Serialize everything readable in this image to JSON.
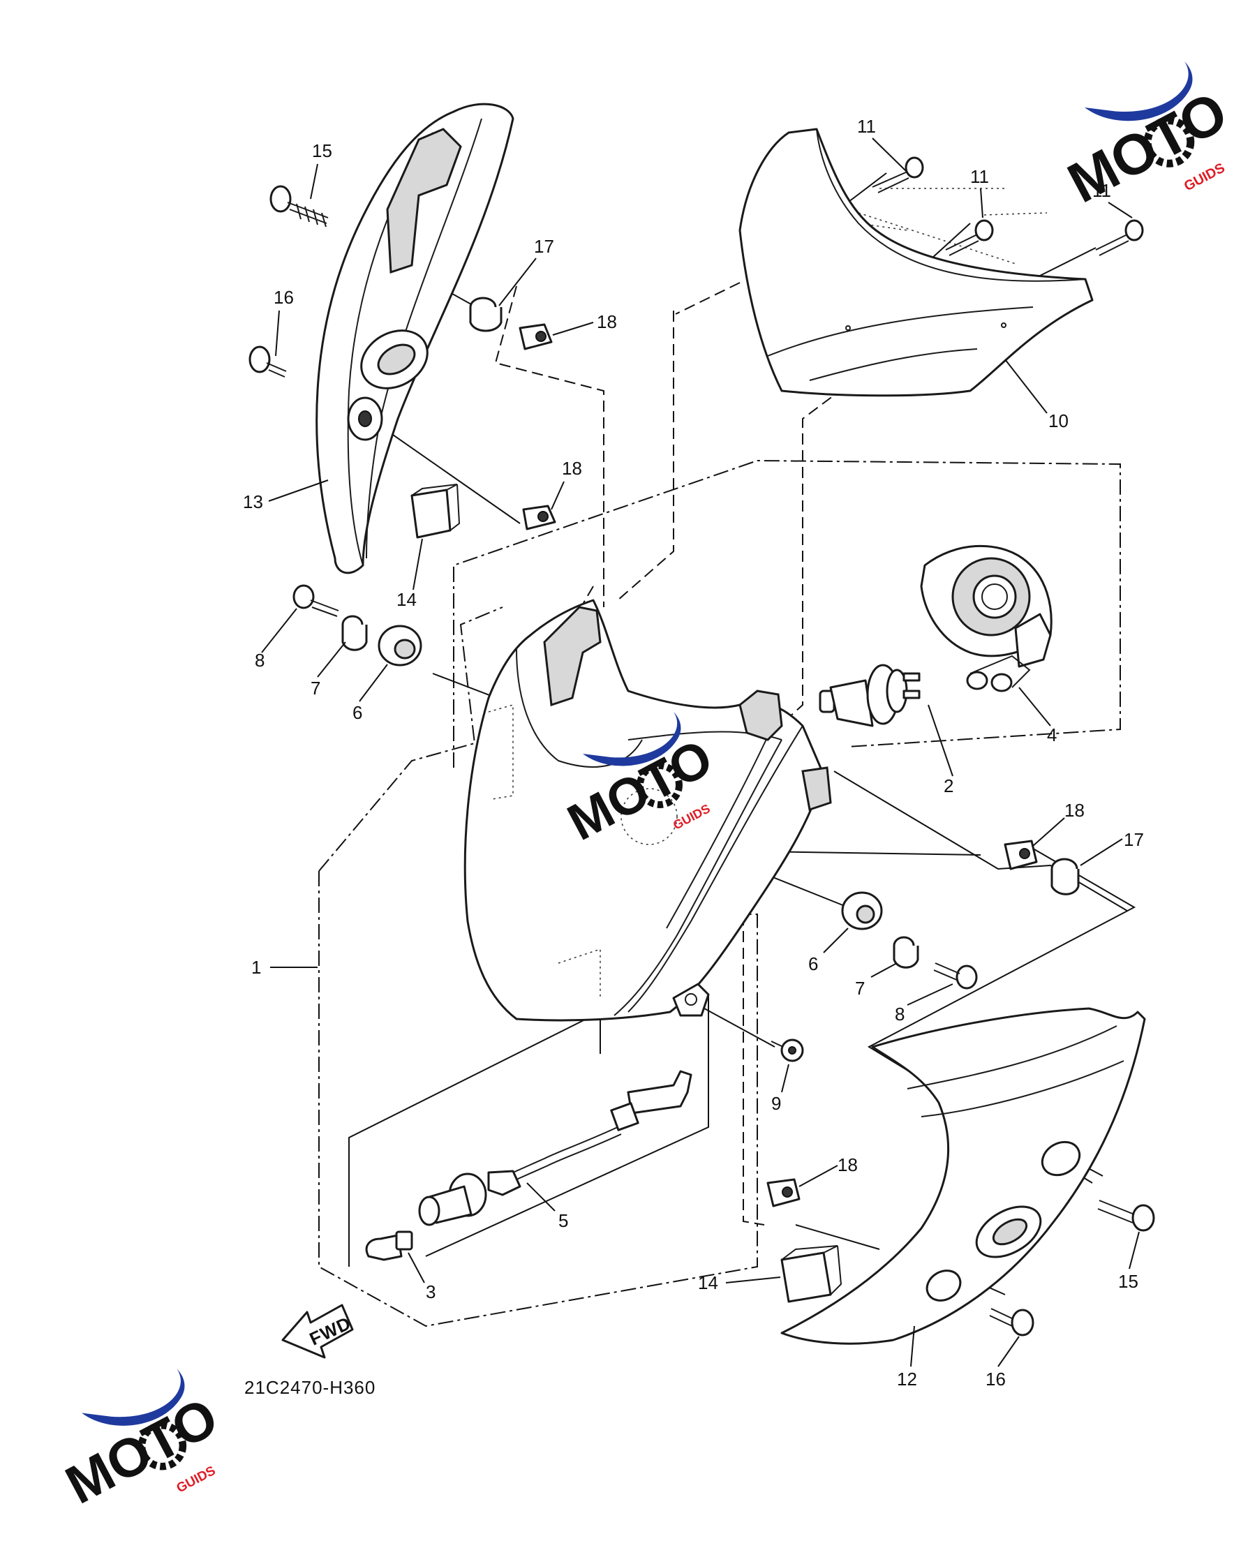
{
  "diagram": {
    "part_code": "21C2470-H360",
    "fwd_label": "FWD",
    "callouts": [
      "1",
      "2",
      "3",
      "4",
      "5",
      "6",
      "6",
      "7",
      "7",
      "8",
      "8",
      "9",
      "10",
      "11",
      "11",
      "11",
      "12",
      "13",
      "14",
      "14",
      "15",
      "15",
      "16",
      "16",
      "17",
      "17",
      "18",
      "18",
      "18",
      "18"
    ]
  },
  "watermark": {
    "brand_main": "MOTO",
    "brand_suffix": "GUIDS",
    "colors": {
      "swoosh": "#1f3a9e",
      "letters": "#111111",
      "accent": "#e01b24"
    }
  }
}
